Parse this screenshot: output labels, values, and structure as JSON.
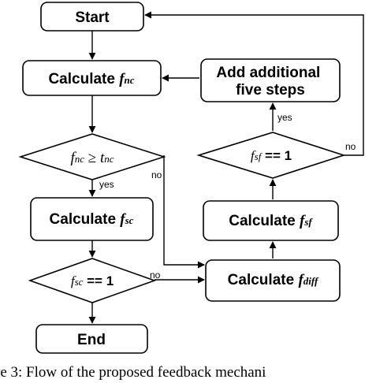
{
  "nodes": {
    "start": "Start",
    "calc_fnc_prefix": "Calculate ",
    "fnc_var": "f",
    "fnc_sub": "nc",
    "decision1_var": "f",
    "decision1_sub": "nc",
    "decision1_op": " ≥ ",
    "decision1_rhs": "t",
    "decision1_rhs_sub": "nc",
    "calc_fsc_prefix": "Calculate ",
    "fsc_var": "f",
    "fsc_sub": "sc",
    "decision2_var": "f",
    "decision2_sub": "sc",
    "decision2_op": " == 1",
    "end": "End",
    "add_steps_line1": "Add additional",
    "add_steps_line2": "five steps",
    "decision3_var": "f",
    "decision3_sub": "sf",
    "decision3_op": " == 1",
    "calc_fsf_prefix": "Calculate ",
    "fsf_var": "f",
    "fsf_sub": "sf",
    "calc_fdiff_prefix": "Calculate ",
    "fdiff_var": "f",
    "fdiff_sub": "diff"
  },
  "edges": {
    "d1_yes": "yes",
    "d1_no": "no",
    "d2_no": "no",
    "d3_yes": "yes",
    "d3_no": "no"
  },
  "caption": "re 3: Flow of the proposed feedback mechani"
}
